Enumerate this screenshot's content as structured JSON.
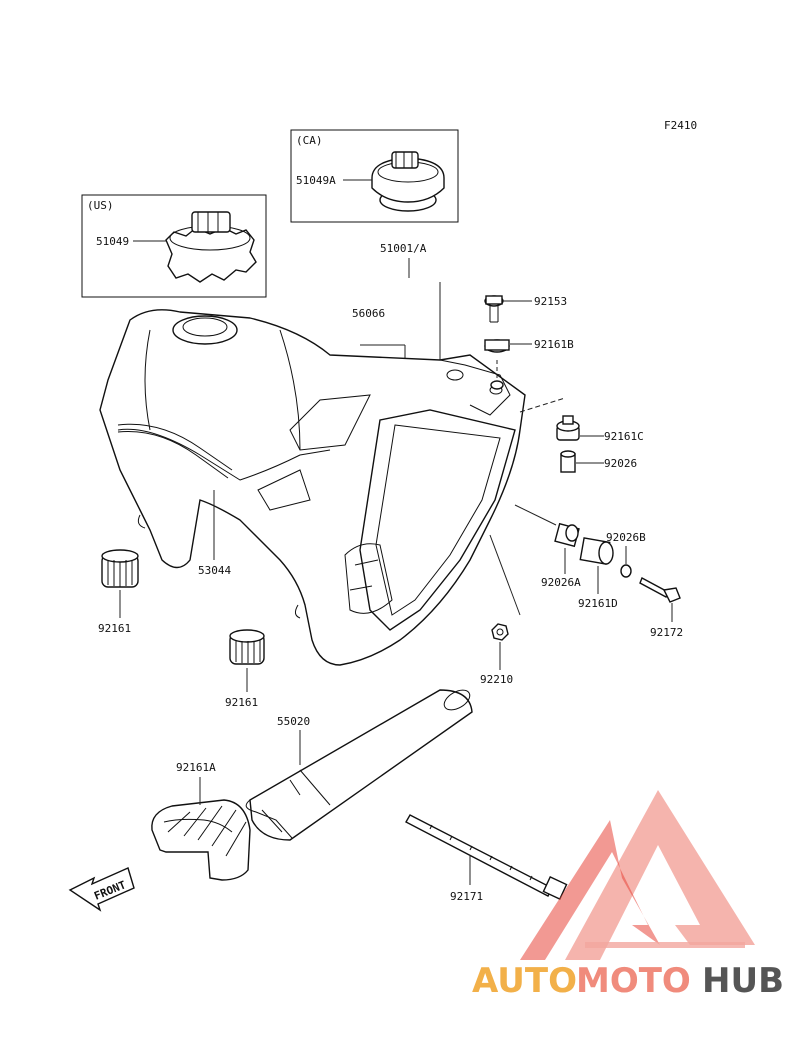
{
  "figure_code": "F2410",
  "boxes": {
    "us": "(US)",
    "ca": "(CA)"
  },
  "parts": {
    "p51049": "51049",
    "p51049a": "51049A",
    "p51001a": "51001/A",
    "p56066": "56066",
    "p92153": "92153",
    "p92161b": "92161B",
    "p92161c": "92161C",
    "p92026": "92026",
    "p53044": "53044",
    "p92161_left": "92161",
    "p92026b": "92026B",
    "p92026a": "92026A",
    "p92161d": "92161D",
    "p92172": "92172",
    "p92210": "92210",
    "p92161_mid": "92161",
    "p55020": "55020",
    "p92161a": "92161A",
    "p92171": "92171"
  },
  "front_label": "FRONT",
  "watermark": {
    "auto": "AUTO",
    "moto": "MOTO",
    "hub": "HUB"
  },
  "colors": {
    "line": "#111111",
    "watermark_red": "#e8463b",
    "watermark_orange": "#f2b049",
    "watermark_gray": "#555555"
  }
}
